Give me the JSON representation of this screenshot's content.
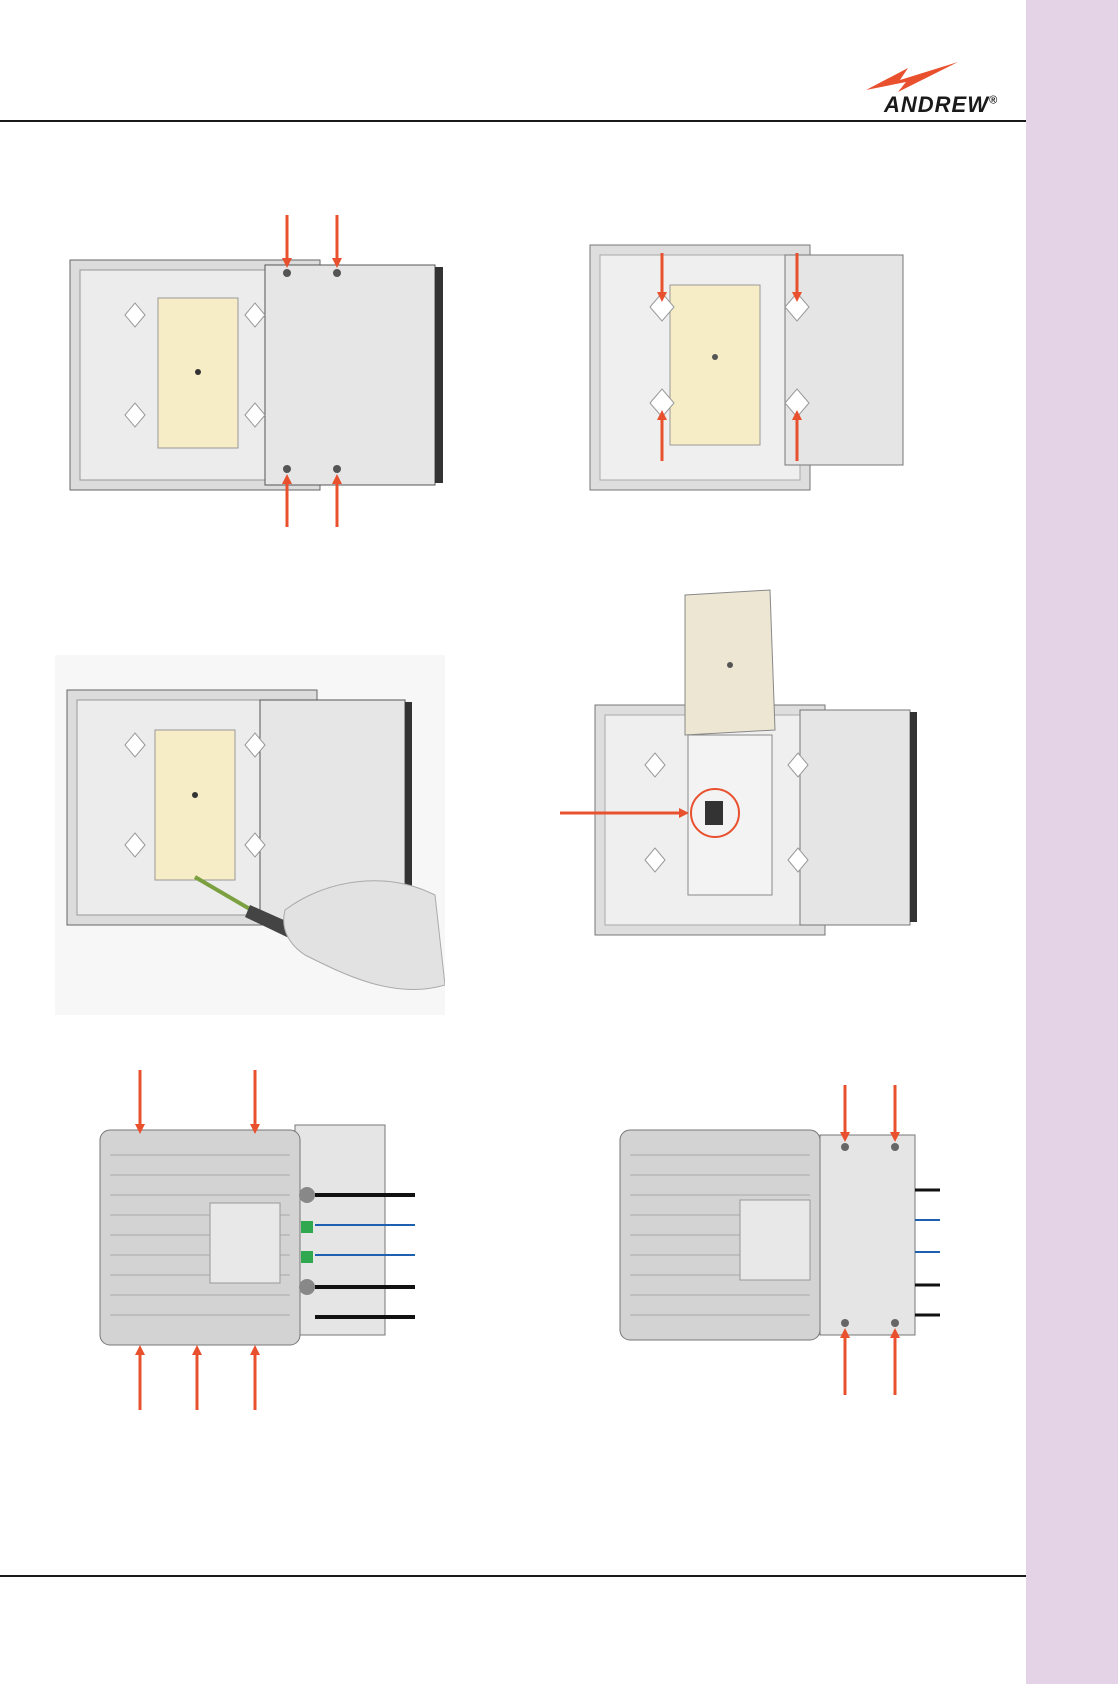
{
  "header": {
    "logo_text": "ANDREW",
    "logo_mark": "®"
  },
  "colors": {
    "sidebar": "#e4d3e6",
    "arrow": "#e8502e",
    "plate": "#d9d9d9",
    "fiber_blue": "#1f5fb0",
    "cable_black": "#111111",
    "connector_green": "#2fa84f",
    "tray": "#f6ecc5"
  },
  "figures": [
    {
      "id": "fig-1",
      "icon": "wall-plate-cover-screws-illustration"
    },
    {
      "id": "fig-2",
      "icon": "wall-plate-mounting-holes-illustration"
    },
    {
      "id": "fig-3",
      "icon": "screwdriver-tray-illustration"
    },
    {
      "id": "fig-4",
      "icon": "fiber-splice-tray-open-illustration"
    },
    {
      "id": "fig-5",
      "icon": "unit-mounted-with-cables-illustration"
    },
    {
      "id": "fig-6",
      "icon": "unit-with-cover-closed-illustration"
    }
  ]
}
